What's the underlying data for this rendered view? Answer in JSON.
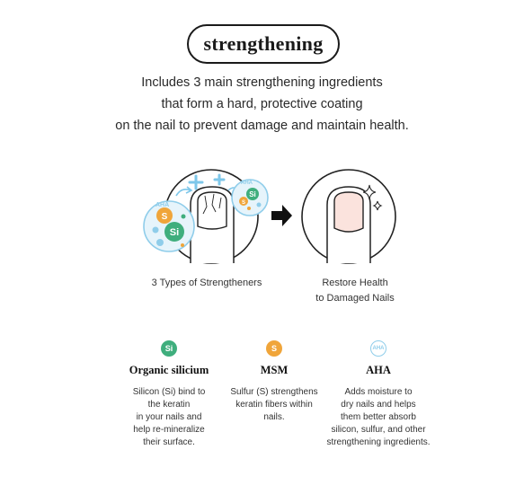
{
  "header": {
    "title": "strengthening"
  },
  "intro": {
    "lines": [
      "Includes 3 main strengthening ingredients",
      "that form a hard, protective coating",
      "on the nail to prevent damage and maintain health."
    ]
  },
  "illustration": {
    "before_labels": {
      "aha_left": "AHA",
      "aha_right": "AHA",
      "s_badge": "S",
      "si_badge": "Si"
    },
    "caption_before": "3 Types of Strengtheners",
    "caption_after_lines": [
      "Restore Health",
      "to Damaged Nails"
    ]
  },
  "ingredients": [
    {
      "badge": "Si",
      "title": "Organic silicium",
      "color": "#3fae7d",
      "desc": [
        "Silicon (Si) bind to",
        "the keratin",
        "in your nails and",
        "help re-mineralize",
        "their surface."
      ]
    },
    {
      "badge": "S",
      "title": "MSM",
      "color": "#f0a53a",
      "desc": [
        "Sulfur (S) strengthens",
        "keratin fibers within",
        "nails."
      ]
    },
    {
      "badge": "AHA",
      "title": "AHA",
      "color": "#8fcdea",
      "desc": [
        "Adds moisture to",
        "dry nails and helps",
        "them better absorb",
        "silicon, sulfur, and other",
        "strengthening ingredients."
      ]
    }
  ],
  "colors": {
    "green": "#3fae7d",
    "orange": "#f0a53a",
    "light_blue": "#8fcdea",
    "plus_blue": "#7ec7ea",
    "nail_pink": "#fbe3dd"
  }
}
